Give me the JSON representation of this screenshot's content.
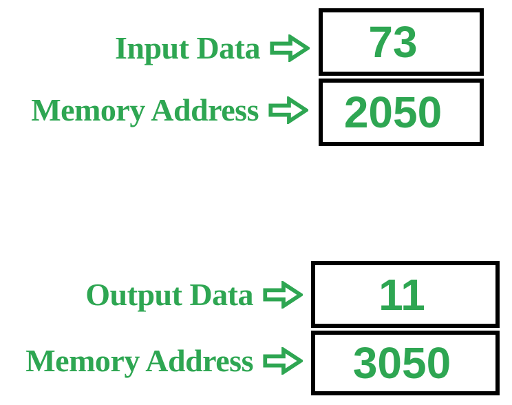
{
  "diagram": {
    "title": "memory input-output diagram",
    "colors": {
      "accent_green": "#2ea652",
      "box_border": "#000000",
      "background": "#ffffff"
    },
    "arrow_icon": "right-block-arrow-icon",
    "groups": [
      {
        "name": "input",
        "rows": [
          {
            "label": "Input Data",
            "value": "73"
          },
          {
            "label": "Memory Address",
            "value": "2050"
          }
        ]
      },
      {
        "name": "output",
        "rows": [
          {
            "label": "Output Data",
            "value": "11"
          },
          {
            "label": "Memory Address",
            "value": "3050"
          }
        ]
      }
    ]
  }
}
